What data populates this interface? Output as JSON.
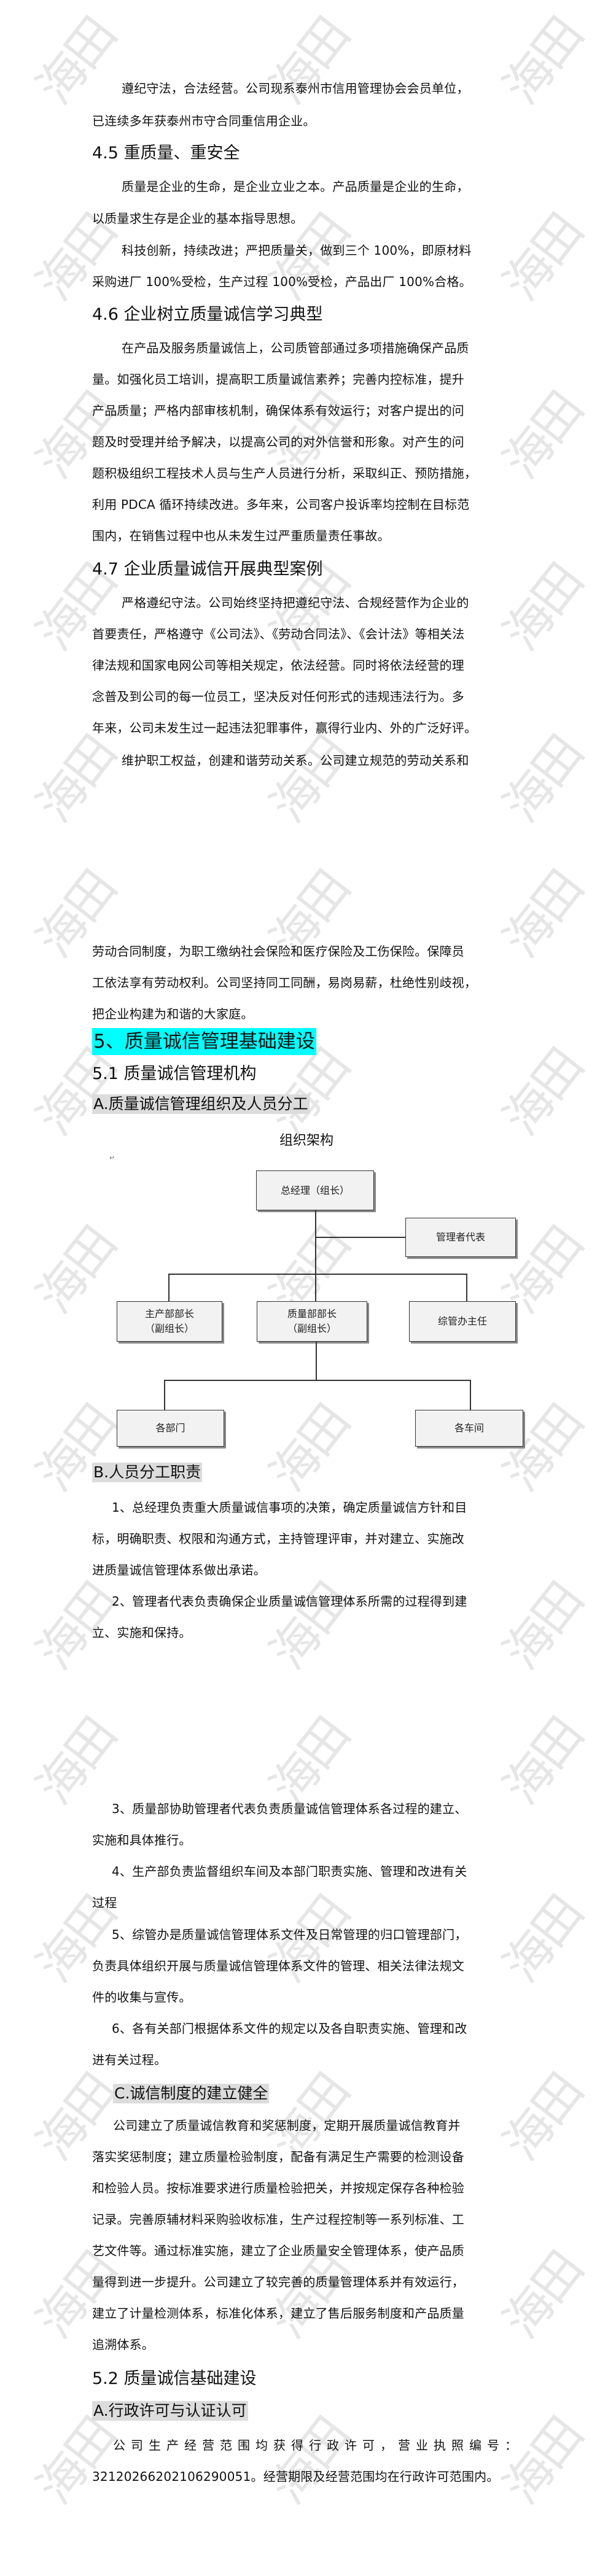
{
  "watermark": "海田",
  "section_4_intro": {
    "lines": [
      "遵纪守法，合法经营。公司现系泰州市信用管理协会会员单位，",
      "已连续多年获泰州市守合同重信用企业。"
    ]
  },
  "section_4_5": {
    "heading": "4.5 重质量、重安全",
    "para1": [
      "质量是企业的生命，是企业立业之本。产品质量是企业的生命，",
      "以质量求生存是企业的基本指导思想。"
    ],
    "para2": [
      "科技创新，持续改进；严把质量关，做到三个 100%，即原材料",
      "采购进厂 100%受检，生产过程 100%受检，产品出厂 100%合格。"
    ]
  },
  "section_4_6": {
    "heading": "4.6  企业树立质量诚信学习典型",
    "lines": [
      "在产品及服务质量诚信上，公司质管部通过多项措施确保产品质",
      "量。如强化员工培训，提高职工质量诚信素养；完善内控标准，提升",
      "产品质量；严格内部审核机制，确保体系有效运行；对客户提出的问",
      "题及时受理并给予解决，以提高公司的对外信誉和形象。对产生的问",
      "题积极组织工程技术人员与生产人员进行分析，采取纠正、预防措施，",
      "利用 PDCA 循环持续改进。多年来，公司客户投诉率均控制在目标范",
      "围内，在销售过程中也从未发生过严重质量责任事故。"
    ]
  },
  "section_4_7": {
    "heading": "4.7 企业质量诚信开展典型案例",
    "para1": [
      "严格遵纪守法。公司始终坚持把遵纪守法、合规经营作为企业的",
      "首要责任，严格遵守《公司法》、《劳动合同法》、《会计法》等相关法",
      "律法规和国家电网公司等相关规定，依法经营。同时将依法经营的理",
      "念普及到公司的每一位员工，坚决反对任何形式的违规违法行为。多",
      "年来，公司未发生过一起违法犯罪事件，赢得行业内、外的广泛好评。"
    ],
    "para2_first": "维护职工权益，创建和谐劳动关系。公司建立规范的劳动关系和",
    "para2_rest": [
      "劳动合同制度，为职工缴纳社会保险和医疗保险及工伤保险。保障员",
      "工依法享有劳动权利。公司坚持同工同酬，易岗易薪，杜绝性别歧视，",
      "把企业构建为和谐的大家庭。"
    ]
  },
  "section_5": {
    "heading": "5、质量诚信管理基础建设",
    "sub_5_1": "5.1 质量诚信管理机构",
    "sub_a": "A.质量诚信管理组织及人员分工",
    "org_chart": {
      "title": "组织架构",
      "nodes": {
        "gm": "总经理（组长）",
        "rep": "管理者代表",
        "prod_l1": "主产部部长",
        "prod_l2": "（副组长）",
        "qual_l1": "质量部部长",
        "qual_l2": "（副组长）",
        "admin": "综管办主任",
        "depts": "各部门",
        "workshops": "各车间"
      }
    },
    "sub_b": "B.人员分工职责",
    "duties": [
      [
        "1、总经理负责重大质量诚信事项的决策，确定质量诚信方针和目",
        "标，明确职责、权限和沟通方式，主持管理评审，并对建立、实施改",
        "进质量诚信管理体系做出承诺。"
      ],
      [
        "2、管理者代表负责确保企业质量诚信管理体系所需的过程得到建",
        "立、实施和保持。"
      ],
      [
        "3、质量部协助管理者代表负责质量诚信管理体系各过程的建立、",
        "实施和具体推行。"
      ],
      [
        "4、生产部负责监督组织车间及本部门职责实施、管理和改进有关",
        "过程"
      ],
      [
        "5、综管办是质量诚信管理体系文件及日常管理的归口管理部门，",
        "负责具体组织开展与质量诚信管理体系文件的管理、相关法律法规文",
        "件的收集与宣传。"
      ],
      [
        "6、各有关部门根据体系文件的规定以及各自职责实施、管理和改",
        "进有关过程。"
      ]
    ],
    "sub_c": "C.诚信制度的建立健全",
    "c_lines": [
      "公司建立了质量诚信教育和奖惩制度，定期开展质量诚信教育并",
      "落实奖惩制度；建立质量检验制度，配备有满足生产需要的检测设备",
      "和检验人员。按标准要求进行质量检验把关，并按规定保存各种检验",
      "记录。完善原辅材料采购验收标准，生产过程控制等一系列标准、工",
      "艺文件等。通过标准实施，建立了企业质量安全管理体系，使产品质",
      "量得到进一步提升。公司建立了较完善的质量管理体系并有效运行，",
      "建立了计量检测体系，标准化体系，建立了售后服务制度和产品质量",
      "追溯体系。"
    ],
    "sub_5_2": "5.2 质量诚信基础建设",
    "sub_5_2_a": "A.行政许可与认证认可",
    "license_lines": [
      "公司生产经营范围均获得行政许可，营业执照编号：",
      "32120266202106290051。经营期限及经营范围均在行政许可范围内。"
    ]
  }
}
